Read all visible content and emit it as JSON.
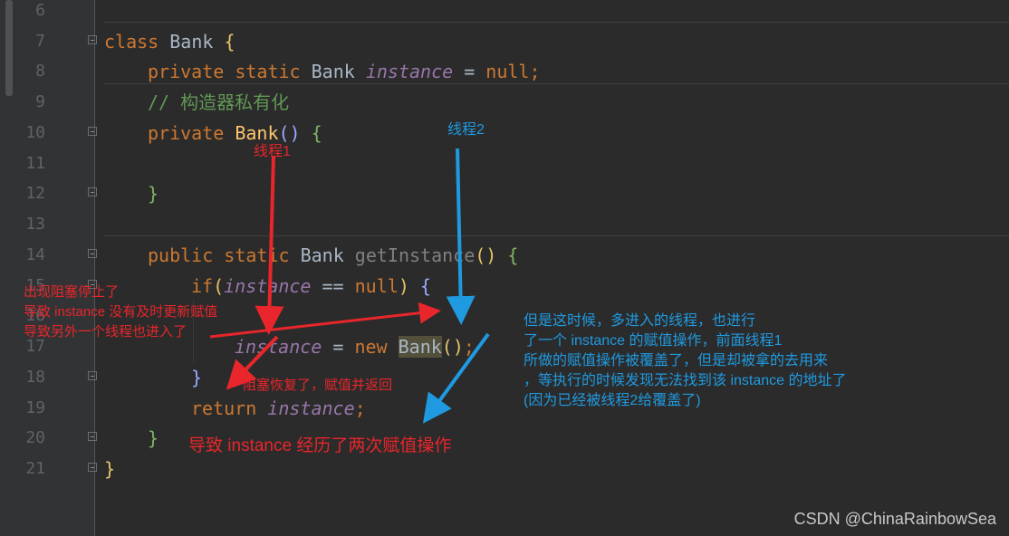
{
  "editor": {
    "line_numbers": [
      "6",
      "7",
      "8",
      "9",
      "10",
      "11",
      "12",
      "13",
      "14",
      "15",
      "16",
      "17",
      "18",
      "19",
      "20",
      "21"
    ],
    "code": {
      "l7": {
        "kw": "class",
        "name": " Bank ",
        "brace": "{"
      },
      "l8": {
        "kw": "private static",
        "type": " Bank ",
        "field": "instance",
        "rest": " = ",
        "null_kw": "null",
        "semi": ";"
      },
      "l9": {
        "comment": "// 构造器私有化"
      },
      "l10": {
        "kw": "private",
        "name": " Bank",
        "paren": "()",
        "brace": " {"
      },
      "l12": {
        "brace": "}"
      },
      "l14": {
        "kw": "public static",
        "type": " Bank ",
        "method": "getInstance",
        "paren": "()",
        "brace": " {"
      },
      "l15": {
        "kw": "if",
        "paren_open": "(",
        "field": "instance",
        "op": " == ",
        "null_kw": "null",
        "paren_close": ")",
        "brace": " {"
      },
      "l17": {
        "field": "instance",
        "op": " = ",
        "kw": "new",
        "space": " ",
        "type_hl": "Bank",
        "paren": "()",
        "semi": ";"
      },
      "l18": {
        "brace": "}"
      },
      "l19": {
        "kw": "return",
        "space": " ",
        "field": "instance",
        "semi": ";"
      },
      "l20": {
        "brace": "}"
      },
      "l21": {
        "brace": "}"
      }
    }
  },
  "annotations": {
    "thread1_label": "线程1",
    "thread2_label": "线程2",
    "blocked_note": "出现阻塞停止了\n导致 instance 没有及时更新赋值\n导致另外一个线程也进入了",
    "resume_note": "阻塞恢复了，赋值并返回",
    "thread2_note": "但是这时候，多进入的线程，也进行\n了一个 instance 的赋值操作，前面线程1\n所做的赋值操作被覆盖了，但是却被拿的去用来\n，等执行的时候发现无法找到该 instance 的地址了\n(因为已经被线程2给覆盖了)",
    "result_note": "导致 instance 经历了两次赋值操作"
  },
  "watermark": "CSDN @ChinaRainbowSea",
  "colors": {
    "background": "#2b2b2b",
    "keyword": "#cc7832",
    "field": "#9876aa",
    "comment": "#629755",
    "method": "#ffc66d",
    "red_annotation": "#e8262b",
    "blue_annotation": "#1f9ae0"
  }
}
